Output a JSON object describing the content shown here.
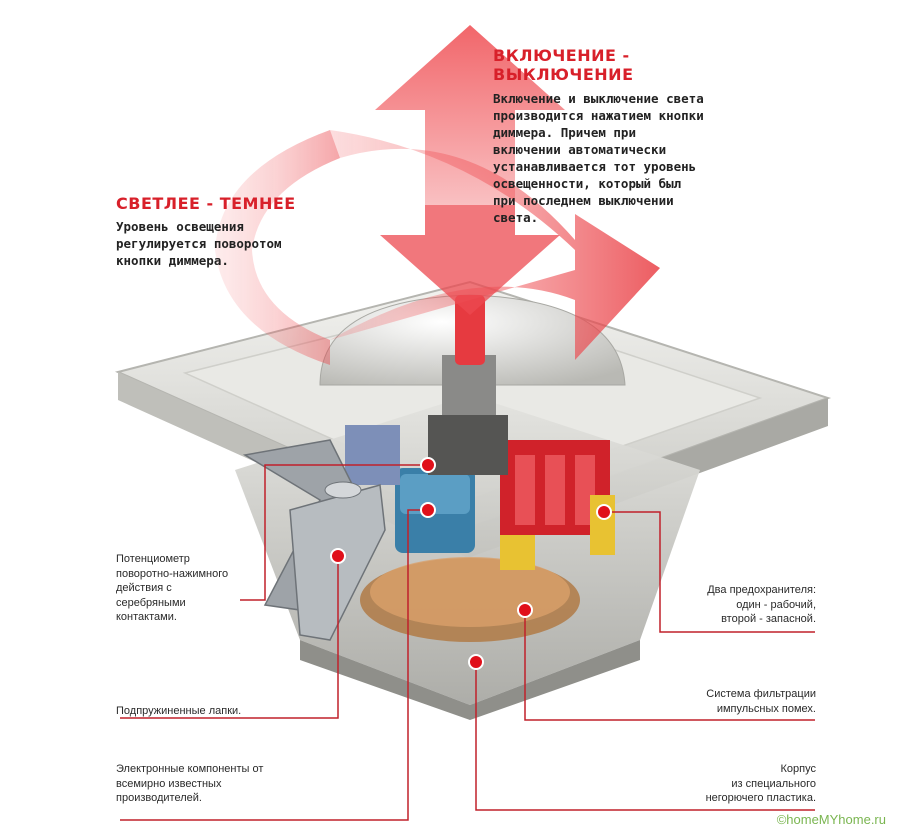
{
  "on_off": {
    "title_lines": [
      "ВКЛЮЧЕНИЕ -",
      "ВЫКЛЮЧЕНИЕ"
    ],
    "description_lines": [
      "Включение и выключение света",
      "производится нажатием кнопки",
      "диммера. Причем при",
      "включении автоматически",
      "устанавливается тот уровень",
      "освещенности, который был",
      "при последнем выключении",
      "света."
    ]
  },
  "brightness": {
    "title": "СВЕТЛЕЕ - ТЕМНЕЕ",
    "description_lines": [
      "Уровень освещения",
      "регулируется поворотом",
      "кнопки диммера."
    ]
  },
  "callouts": {
    "potentiometer": [
      "Потенциометр",
      "поворотно-нажимного",
      "действия с",
      "серебряными",
      "контактами."
    ],
    "spring_tabs": [
      "Подпружиненные лапки."
    ],
    "electronics": [
      "Электронные компоненты от",
      "всемирно известных",
      "производителей."
    ],
    "fuses": [
      "Два предохранителя:",
      "один - рабочий,",
      "второй - запасной."
    ],
    "filter": [
      "Система фильтрации",
      "импульсных помех."
    ],
    "housing": [
      "Корпус",
      "из специального",
      "негорючего пластика."
    ]
  },
  "watermark": "©homeMYhome.ru",
  "colors": {
    "accent_red": "#d8202a",
    "leader_line": "#c0202a",
    "watermark_green": "#6cae3e"
  }
}
